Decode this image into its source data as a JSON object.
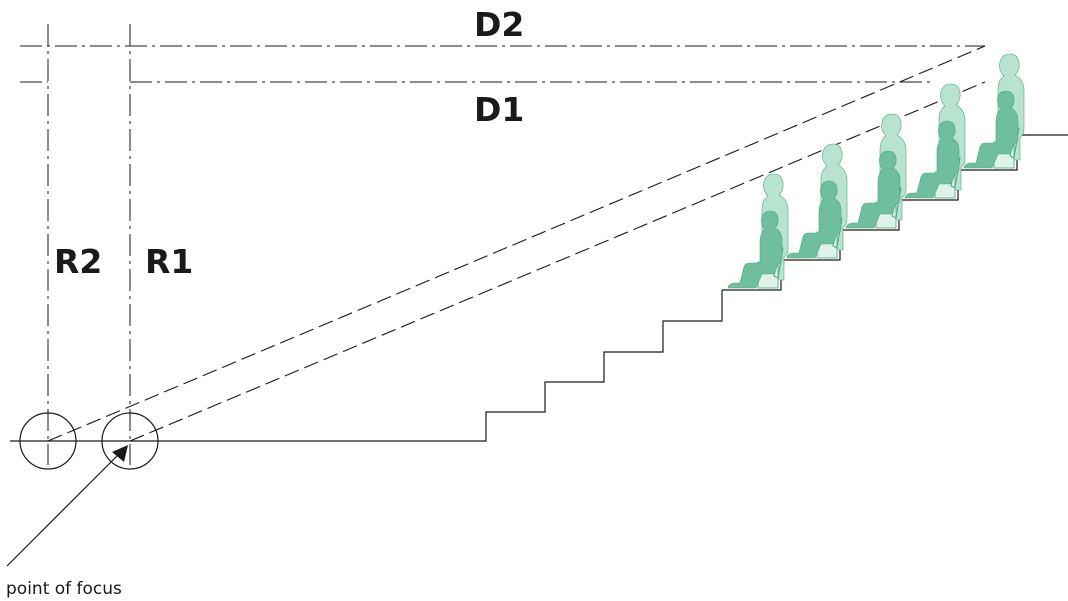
{
  "labels": {
    "d2": "D2",
    "d1": "D1",
    "r2": "R2",
    "r1": "R1",
    "focus": "point of focus"
  },
  "colors": {
    "line": "#1a1a1a",
    "person_front": "#6fbf9f",
    "person_back": "#b9e3d1",
    "person_outline": "#4aa77f"
  },
  "rows": 5
}
